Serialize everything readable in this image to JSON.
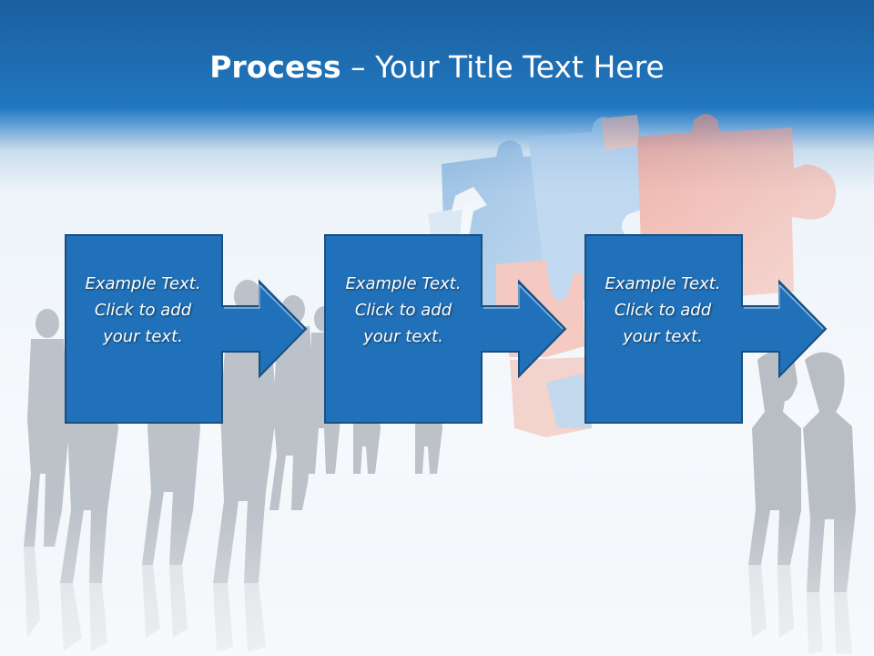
{
  "slide": {
    "title_bold": "Process",
    "title_rest": " – Your Title Text Here"
  },
  "steps": [
    {
      "text": "Example Text.\nClick  to add\nyour text."
    },
    {
      "text": "Example Text.\nClick  to add\nyour text."
    },
    {
      "text": "Example Text.\nClick  to add\nyour text."
    }
  ],
  "colors": {
    "header": "#2177c0",
    "box": "#2070b8",
    "silhouette": "#b9bfc6",
    "puzzle_blue": "#7fb2e2",
    "puzzle_red": "#f2a79a"
  }
}
